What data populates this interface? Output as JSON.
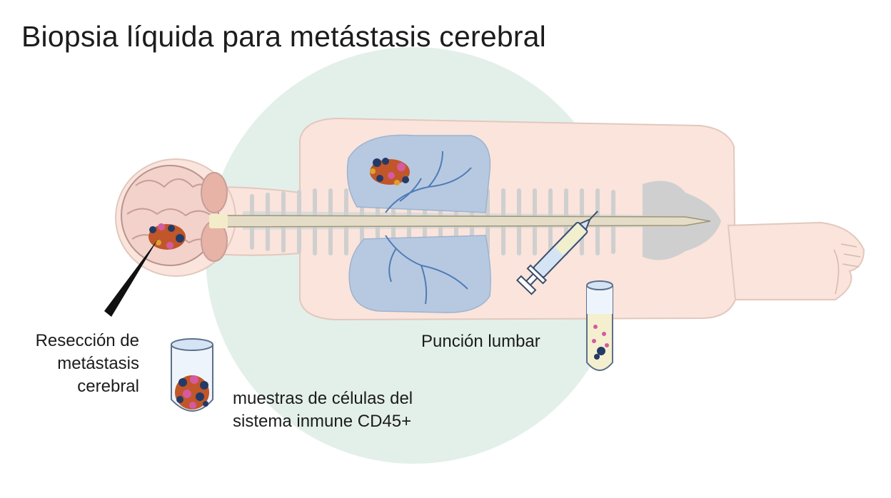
{
  "title": "Biopsia líquida para metástasis cerebral",
  "labels": {
    "resection": [
      "Resección de",
      "metástasis",
      "cerebral"
    ],
    "lumbar_puncture": "Punción lumbar",
    "immune_samples": [
      "muestras de células del",
      "sistema inmune CD45+"
    ]
  },
  "colors": {
    "background_circle": "#e3f0ea",
    "body": "#fae4dc",
    "body_outline": "#e2c8bd",
    "spine": "#cfcfcf",
    "lungs": "#b7c9e0",
    "lung_vessels": "#4f7bb8",
    "tumor": "#c0562a",
    "cells_dark": "#243a66",
    "cells_pink": "#d55aa0",
    "tube": "#d4e4f4"
  }
}
